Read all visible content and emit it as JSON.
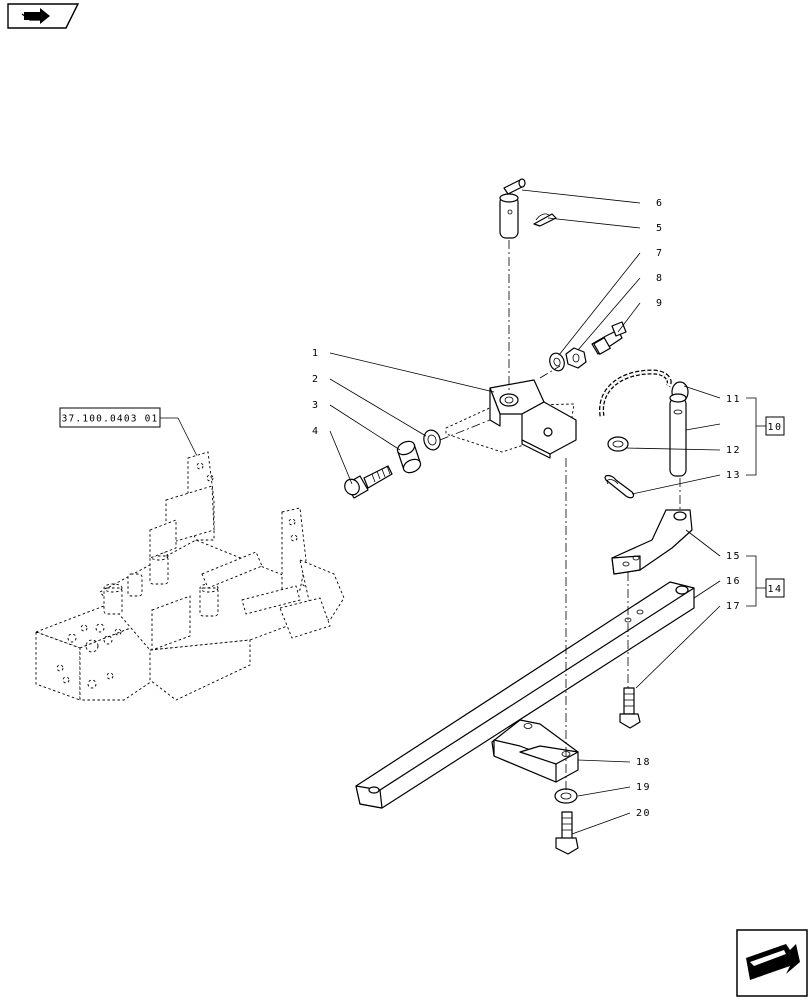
{
  "nav": {
    "prev_icon": "book-arrow-icon",
    "next_icon": "next-page-arrow-icon"
  },
  "reference_box": {
    "text": "37.100.0403 01"
  },
  "callouts": [
    "1",
    "2",
    "3",
    "4",
    "5",
    "6",
    "7",
    "8",
    "9",
    "11",
    "12",
    "13",
    "15",
    "16",
    "17",
    "18",
    "19",
    "20"
  ],
  "group_boxes": [
    "10",
    "14"
  ]
}
